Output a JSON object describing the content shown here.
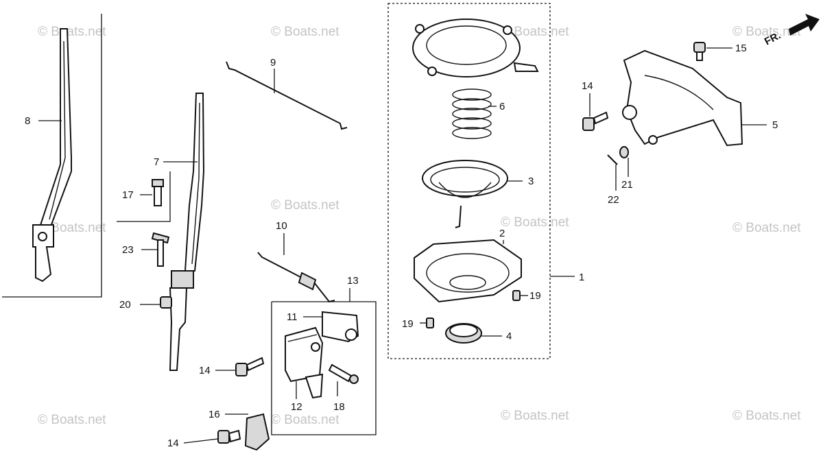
{
  "watermark": "© Boats.net",
  "direction_label": "FR.",
  "callouts": [
    {
      "id": "1",
      "label": "1"
    },
    {
      "id": "2",
      "label": "2"
    },
    {
      "id": "3",
      "label": "3"
    },
    {
      "id": "4",
      "label": "4"
    },
    {
      "id": "5",
      "label": "5"
    },
    {
      "id": "6",
      "label": "6"
    },
    {
      "id": "7",
      "label": "7"
    },
    {
      "id": "8",
      "label": "8"
    },
    {
      "id": "9",
      "label": "9"
    },
    {
      "id": "10",
      "label": "10"
    },
    {
      "id": "11",
      "label": "11"
    },
    {
      "id": "12",
      "label": "12"
    },
    {
      "id": "13",
      "label": "13"
    },
    {
      "id": "14a",
      "label": "14"
    },
    {
      "id": "14b",
      "label": "14"
    },
    {
      "id": "14c",
      "label": "14"
    },
    {
      "id": "15",
      "label": "15"
    },
    {
      "id": "16",
      "label": "16"
    },
    {
      "id": "17",
      "label": "17"
    },
    {
      "id": "18",
      "label": "18"
    },
    {
      "id": "19a",
      "label": "19"
    },
    {
      "id": "19b",
      "label": "19"
    },
    {
      "id": "20",
      "label": "20"
    },
    {
      "id": "21",
      "label": "21"
    },
    {
      "id": "22",
      "label": "22"
    },
    {
      "id": "23",
      "label": "23"
    }
  ]
}
